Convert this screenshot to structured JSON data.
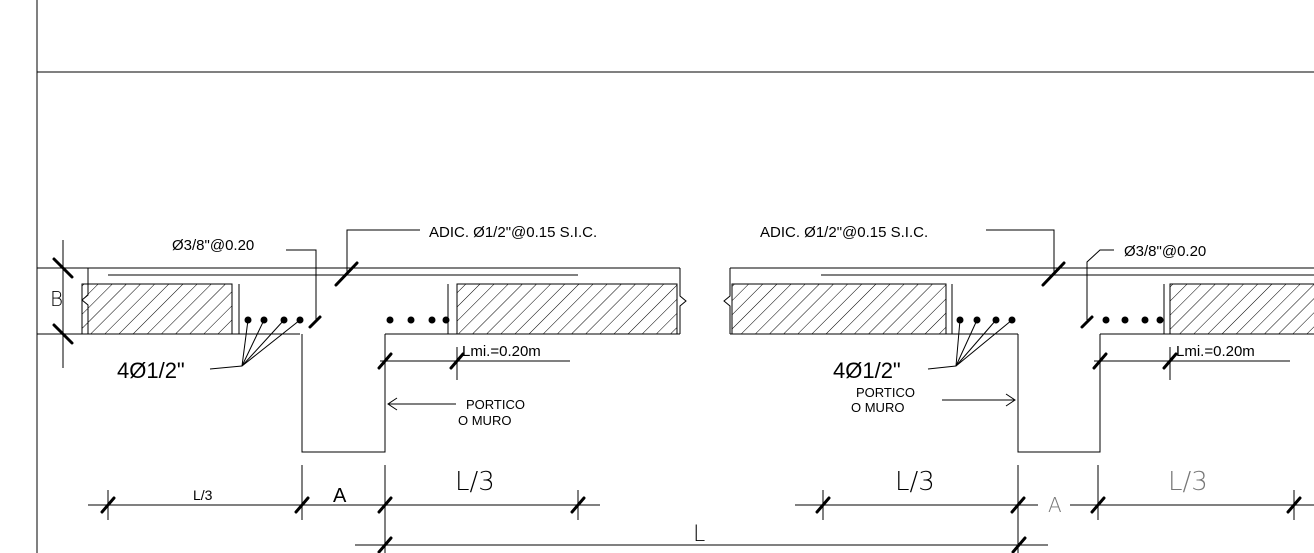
{
  "left_detail": {
    "stirrup_label": "Ø3/8\"@0.20",
    "additional_label": "ADIC. Ø1/2\"@0.15 S.I.C.",
    "height_label": "B",
    "bars_label": "4Ø1/2\"",
    "lmin_label": "Lmi.=0.20m",
    "support_label_line1": "PORTICO",
    "support_label_line2": "O MURO",
    "dim_l3_small": "L/3",
    "dim_a": "A",
    "dim_l3": "L/3",
    "dim_l": "L"
  },
  "right_detail": {
    "additional_label": "ADIC. Ø1/2\"@0.15 S.I.C.",
    "stirrup_label": "Ø3/8\"@0.20",
    "bars_label": "4Ø1/2\"",
    "lmin_label": "Lmi.=0.20m",
    "support_label_line1": "PORTICO",
    "support_label_line2": "O MURO",
    "dim_l3_left": "L/3",
    "dim_a": "A",
    "dim_l3_right": "L/3"
  }
}
